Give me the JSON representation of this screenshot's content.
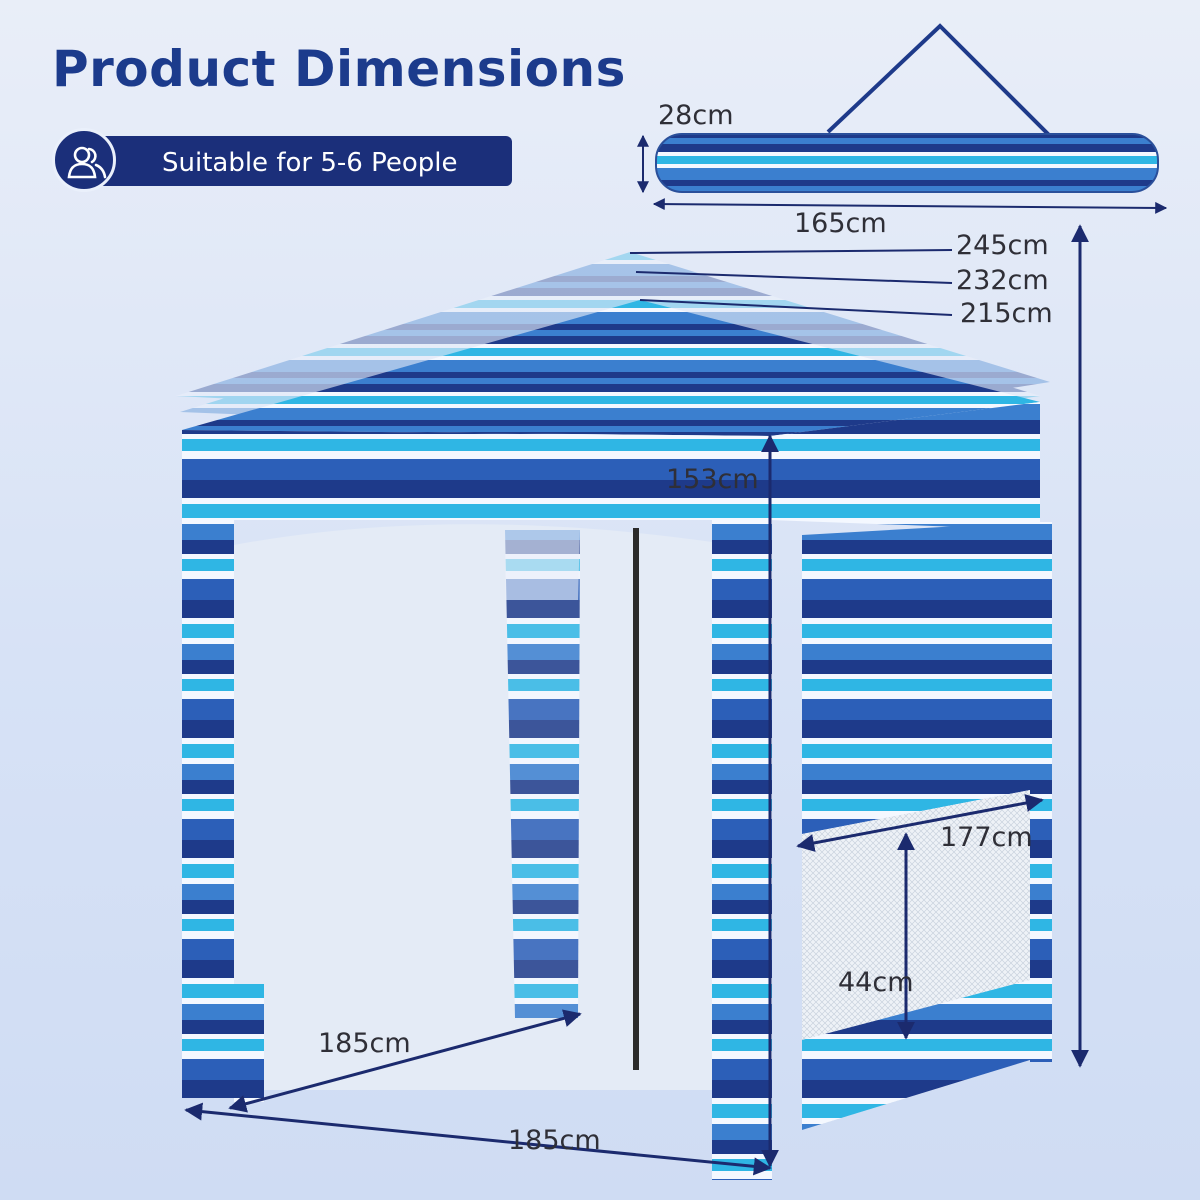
{
  "header": {
    "title": "Product Dimensions",
    "capacity_label": "Suitable for 5-6 People",
    "capacity_icon": "people-icon"
  },
  "bag": {
    "height_label": "28cm",
    "length_label": "165cm"
  },
  "tent": {
    "height_labels": [
      "245cm",
      "232cm",
      "215cm"
    ],
    "wall_height_label": "153cm",
    "window_width_label": "177cm",
    "window_height_label": "44cm",
    "depth_label": "185cm",
    "width_label": "185cm"
  },
  "colors": {
    "title": "#1c3b8c",
    "badge": "#1b2f7a",
    "stripe_navy": "#1e3a8a",
    "stripe_blue": "#3b7fcf",
    "stripe_cyan": "#2fb6e4",
    "stripe_white": "#f4f8ff",
    "arrow": "#1b2a6e"
  }
}
